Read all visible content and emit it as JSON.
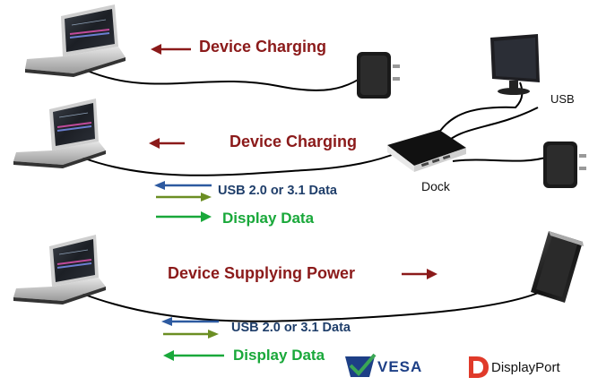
{
  "labels": {
    "charging_top": "Device Charging",
    "charging_mid": "Device Charging",
    "usb_data_mid": "USB 2.0 or 3.1 Data",
    "display_mid": "Display Data",
    "dock": "Dock",
    "usb": "USB",
    "supplying_power": "Device Supplying Power",
    "usb_data_bottom": "USB 2.0 or 3.1 Data",
    "display_bottom": "Display Data",
    "vesa": "VESA",
    "displayport": "DisplayPort"
  },
  "colors": {
    "power": "#8b1a1a",
    "usb_data": "#2d5aa0",
    "usb_data_alt": "#6b8e23",
    "display": "#19a83a",
    "vesa_blue": "#1d3f86",
    "vesa_check": "#3aa655",
    "dp_red": "#e03a2a"
  },
  "icons": [
    "laptop-icon",
    "wall-charger-icon",
    "monitor-icon",
    "dock-icon",
    "smartphone-icon",
    "vesa-logo-icon",
    "displayport-logo-icon"
  ]
}
